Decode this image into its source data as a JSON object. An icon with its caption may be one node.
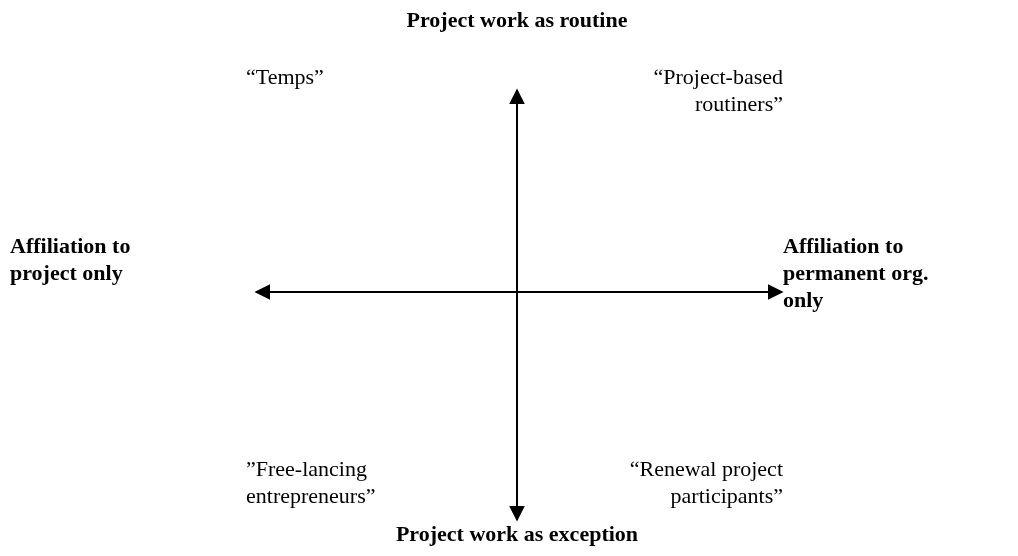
{
  "diagram": {
    "labels": [
      "Project work as routine",
      "“Temps”",
      "“Project-based routiners”",
      "Affiliation to project only",
      "Affiliation to permanent org. only",
      "”Free-lancing entrepreneurs”",
      "“Renewal project participants”",
      "Project work as exception"
    ]
  }
}
